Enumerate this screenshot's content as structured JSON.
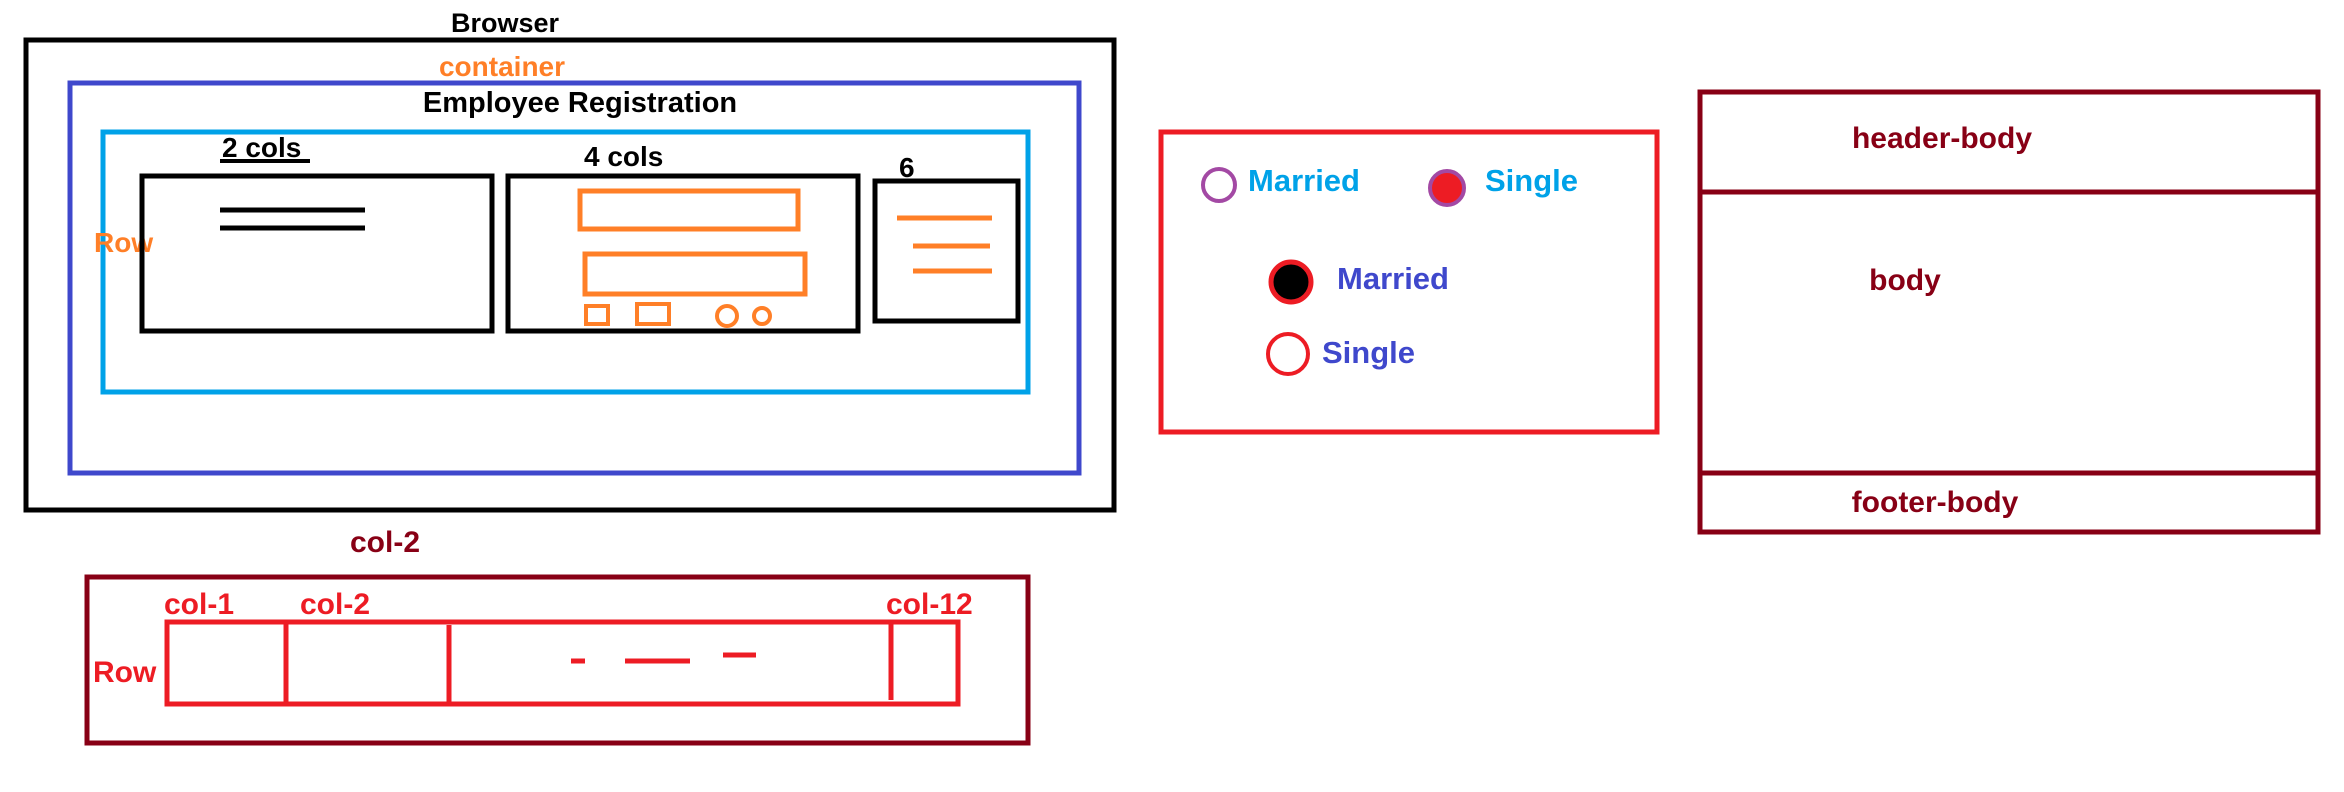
{
  "colors": {
    "black": "#000000",
    "container": "#3f48cc",
    "cyan": "#00a2e8",
    "orange": "#ff7f27",
    "red": "#ed1c24",
    "maroon": "#880015",
    "purple": "#a349a4"
  },
  "layout_sketch": {
    "browser_label": "Browser",
    "container_label": "container",
    "title": "Employee Registration",
    "row_label": "Row",
    "col_2_label": "2 cols",
    "col_4_label": "4 cols",
    "col_6_label": "6"
  },
  "radio_sketch": {
    "married_label": "Married",
    "single_label": "Single",
    "married_label_2": "Married",
    "single_label_2": "Single"
  },
  "card_sketch": {
    "header_label": "header-body",
    "body_label": "body",
    "footer_label": "footer-body"
  },
  "grid_sketch": {
    "caption": "col-2",
    "row_label": "Row",
    "col_1_label": "col-1",
    "col_2_label": "col-2",
    "col_12_label": "col-12"
  }
}
